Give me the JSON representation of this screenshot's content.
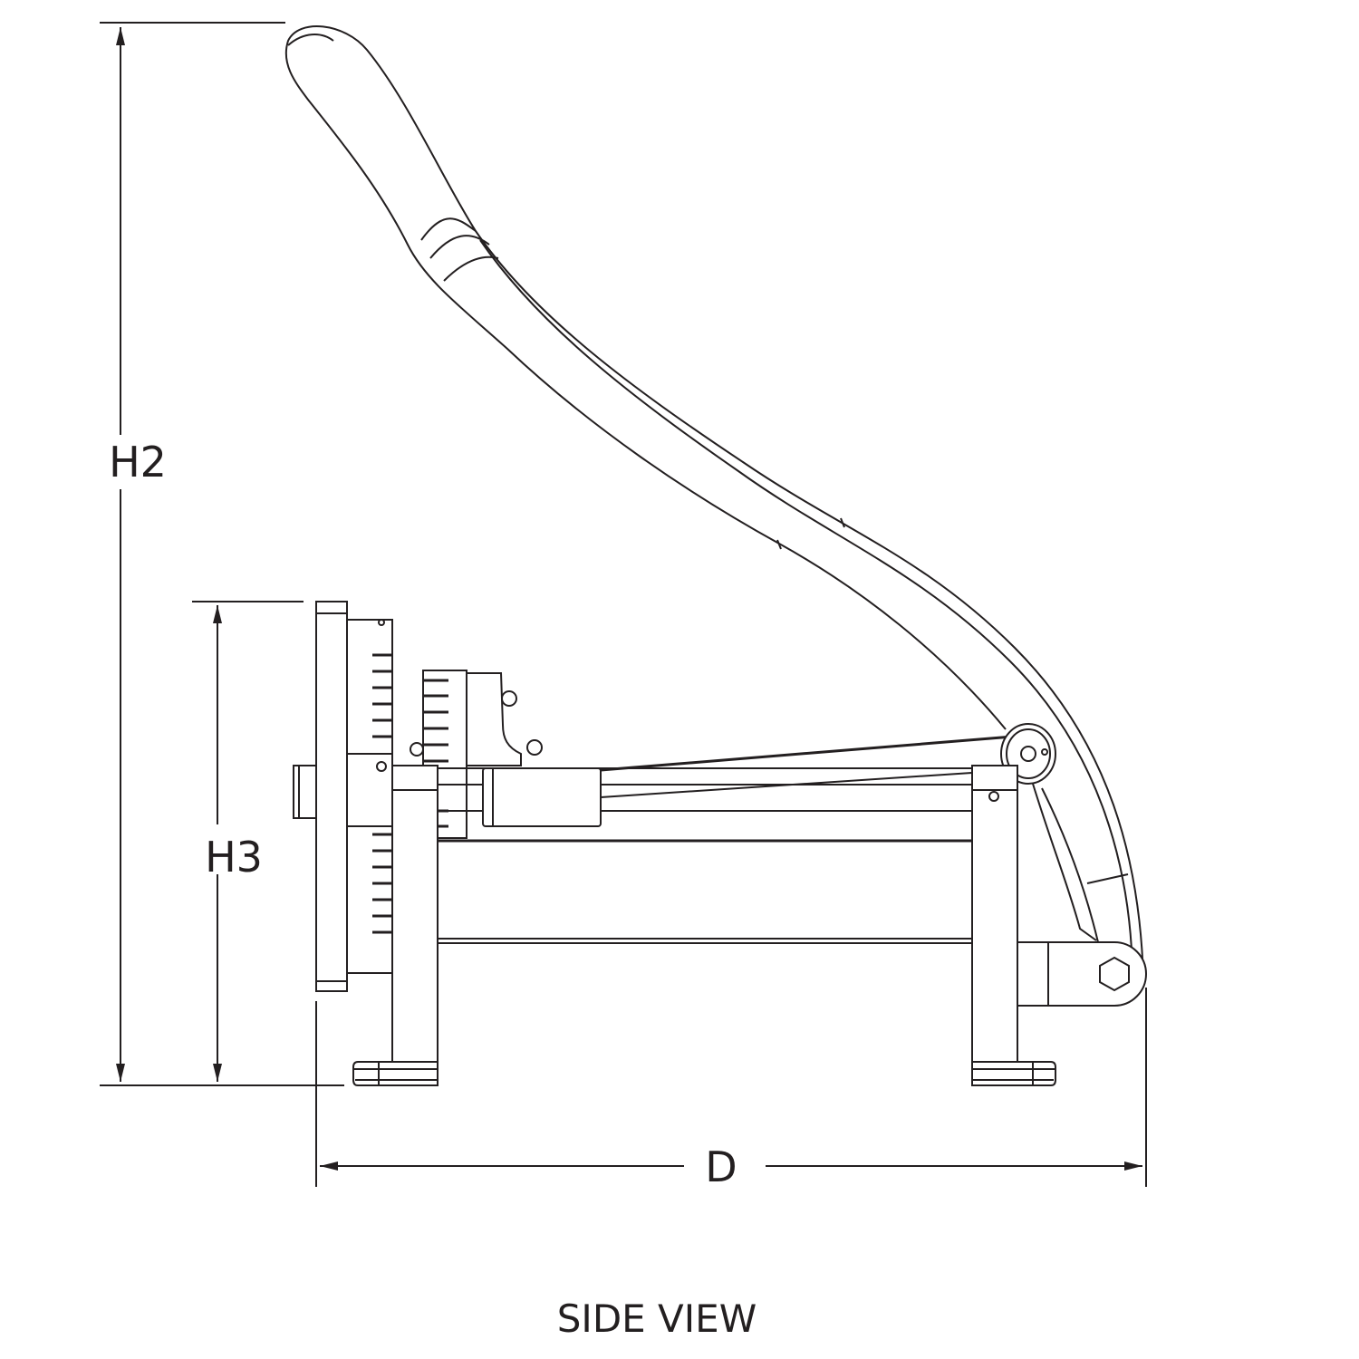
{
  "dimensions": {
    "h2_label": "H2",
    "h3_label": "H3",
    "d_label": "D"
  },
  "caption": "SIDE VIEW",
  "colors": {
    "line": "#231f20",
    "background": "#ffffff"
  }
}
